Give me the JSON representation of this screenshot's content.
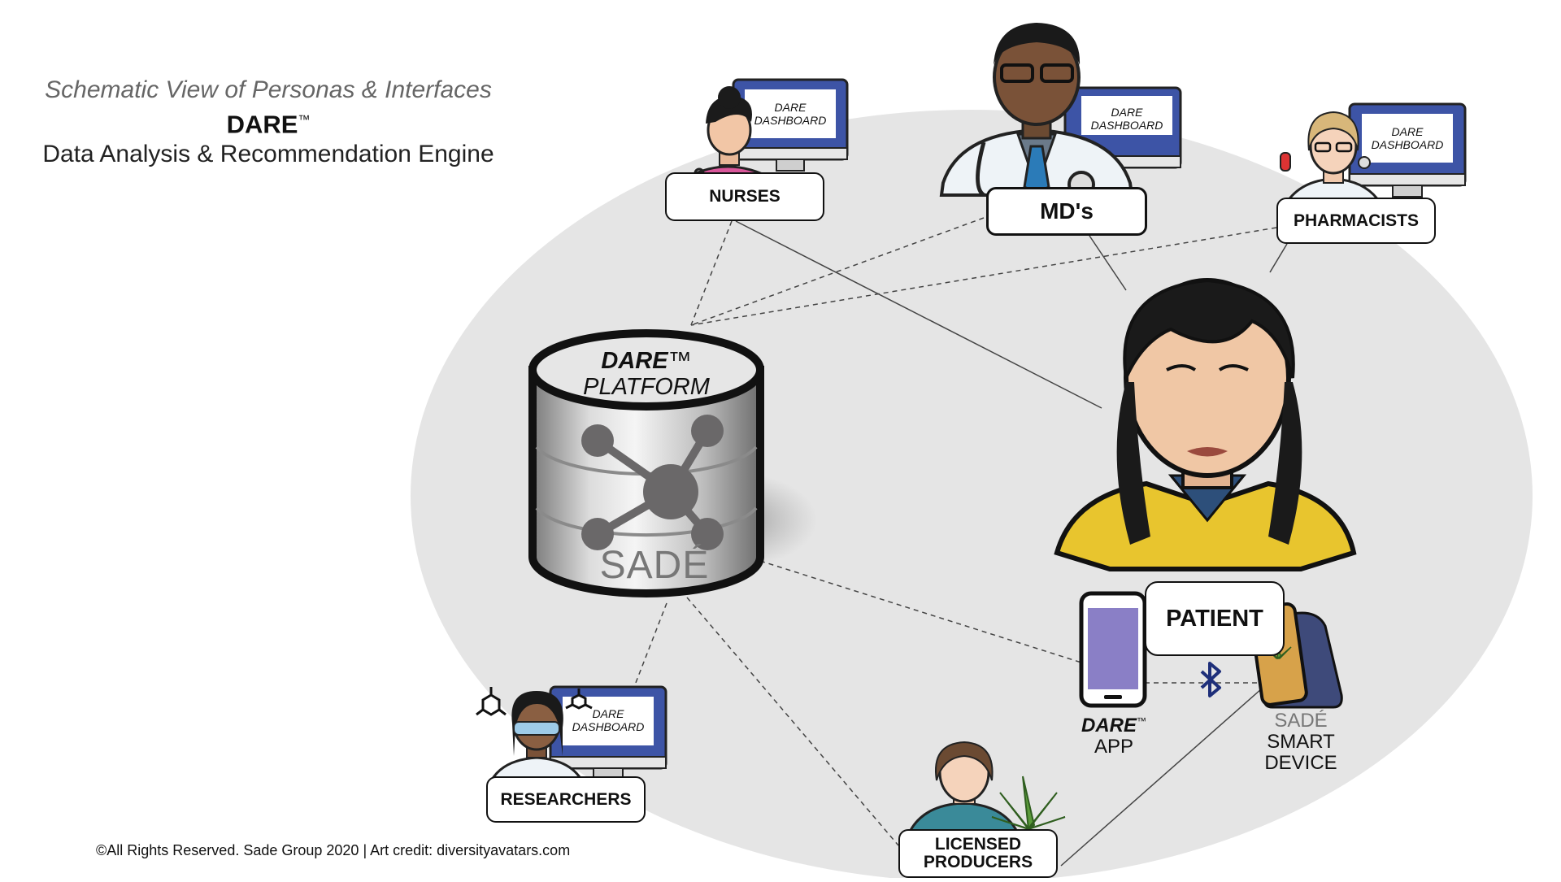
{
  "header": {
    "subtitle": "Schematic View of Personas & Interfaces",
    "product": "DARE",
    "trademark": "™",
    "description": "Data Analysis & Recommendation Engine"
  },
  "platform": {
    "name": "DARE",
    "trademark": "™",
    "label": "PLATFORM",
    "brand": "SADÉ"
  },
  "dashboard_label_line1": "DARE",
  "dashboard_label_line2": "DASHBOARD",
  "personas": {
    "nurses": "NURSES",
    "mds": "MD's",
    "pharmacists": "PHARMACISTS",
    "patient": "PATIENT",
    "researchers": "RESEARCHERS",
    "producers_line1": "LICENSED",
    "producers_line2": "PRODUCERS"
  },
  "app": {
    "name": "DARE",
    "trademark": "™",
    "label": "APP"
  },
  "device": {
    "brand": "SADÉ",
    "line1": "SMART",
    "line2": "DEVICE"
  },
  "footer": {
    "copyright": "©All Rights Reserved. Sade Group 2020 | Art credit: diversityavatars.com"
  },
  "colors": {
    "ellipse": "#e5e5e5",
    "screen_blue": "#3d54a6",
    "phone_purple": "#8a7fc6",
    "patient_shirt": "#e8c52e",
    "scrub_pink": "#d9579a",
    "cannabis_green": "#5a9a3a"
  },
  "icons": [
    "database-icon",
    "network-node-icon",
    "monitor-icon",
    "bluetooth-icon",
    "cannabis-leaf-icon",
    "smartphone-icon",
    "molecule-icon"
  ]
}
